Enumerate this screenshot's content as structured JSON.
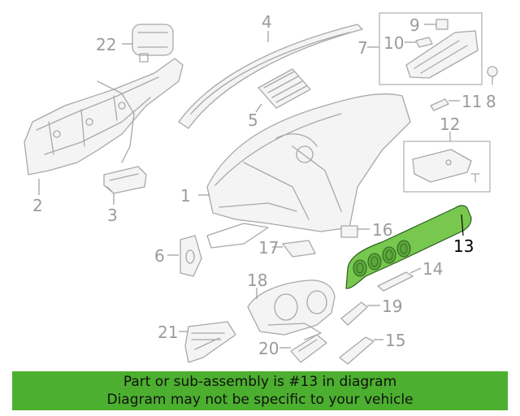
{
  "callouts": {
    "c1": "1",
    "c2": "2",
    "c3": "3",
    "c4": "4",
    "c5": "5",
    "c6": "6",
    "c7": "7",
    "c8": "8",
    "c9": "9",
    "c10": "10",
    "c11": "11",
    "c12": "12",
    "c13": "13",
    "c14": "14",
    "c15": "15",
    "c16": "16",
    "c17": "17",
    "c18": "18",
    "c19": "19",
    "c20": "20",
    "c21": "21",
    "c22": "22"
  },
  "highlight": {
    "part_number": "13",
    "color": "#78c850"
  },
  "footer": {
    "line1": "Part or sub-assembly is #13 in diagram",
    "line2": "Diagram may not be specific to your vehicle",
    "background": "#4caf2f"
  }
}
